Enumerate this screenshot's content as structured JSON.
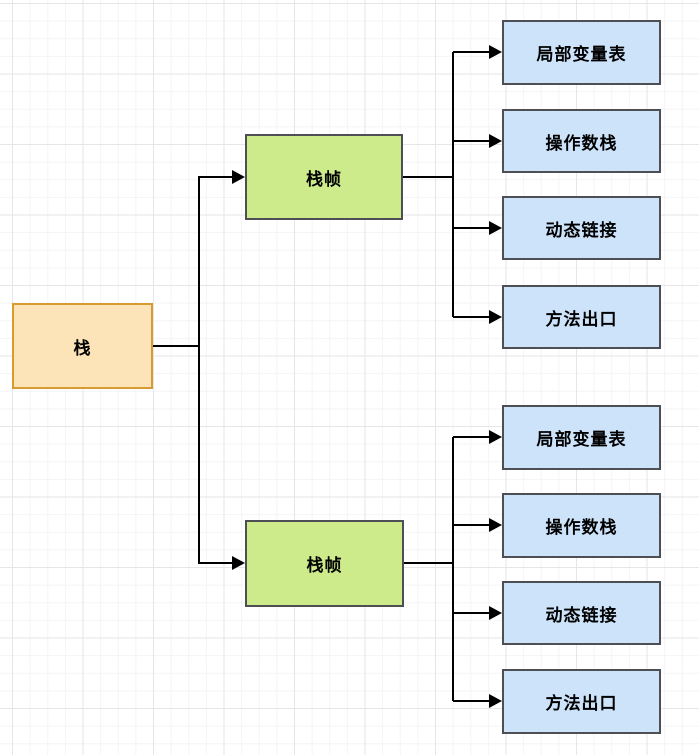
{
  "diagram": {
    "root": {
      "label": "栈"
    },
    "frames": [
      {
        "label": "栈帧",
        "children": [
          {
            "label": "局部变量表"
          },
          {
            "label": "操作数栈"
          },
          {
            "label": "动态链接"
          },
          {
            "label": "方法出口"
          }
        ]
      },
      {
        "label": "栈帧",
        "children": [
          {
            "label": "局部变量表"
          },
          {
            "label": "操作数栈"
          },
          {
            "label": "动态链接"
          },
          {
            "label": "方法出口"
          }
        ]
      }
    ],
    "colors": {
      "root_fill": "#fce3b8",
      "root_stroke": "#d79b30",
      "frame_fill": "#cdeb8b",
      "frame_stroke": "#4d4f54",
      "leaf_fill": "#cce3fa",
      "leaf_stroke": "#4d4f54",
      "connector": "#000000",
      "text": "#000000",
      "grid_minor": "#f4f4f7",
      "grid_major": "#e5e5ea",
      "background": "#ffffff"
    }
  }
}
